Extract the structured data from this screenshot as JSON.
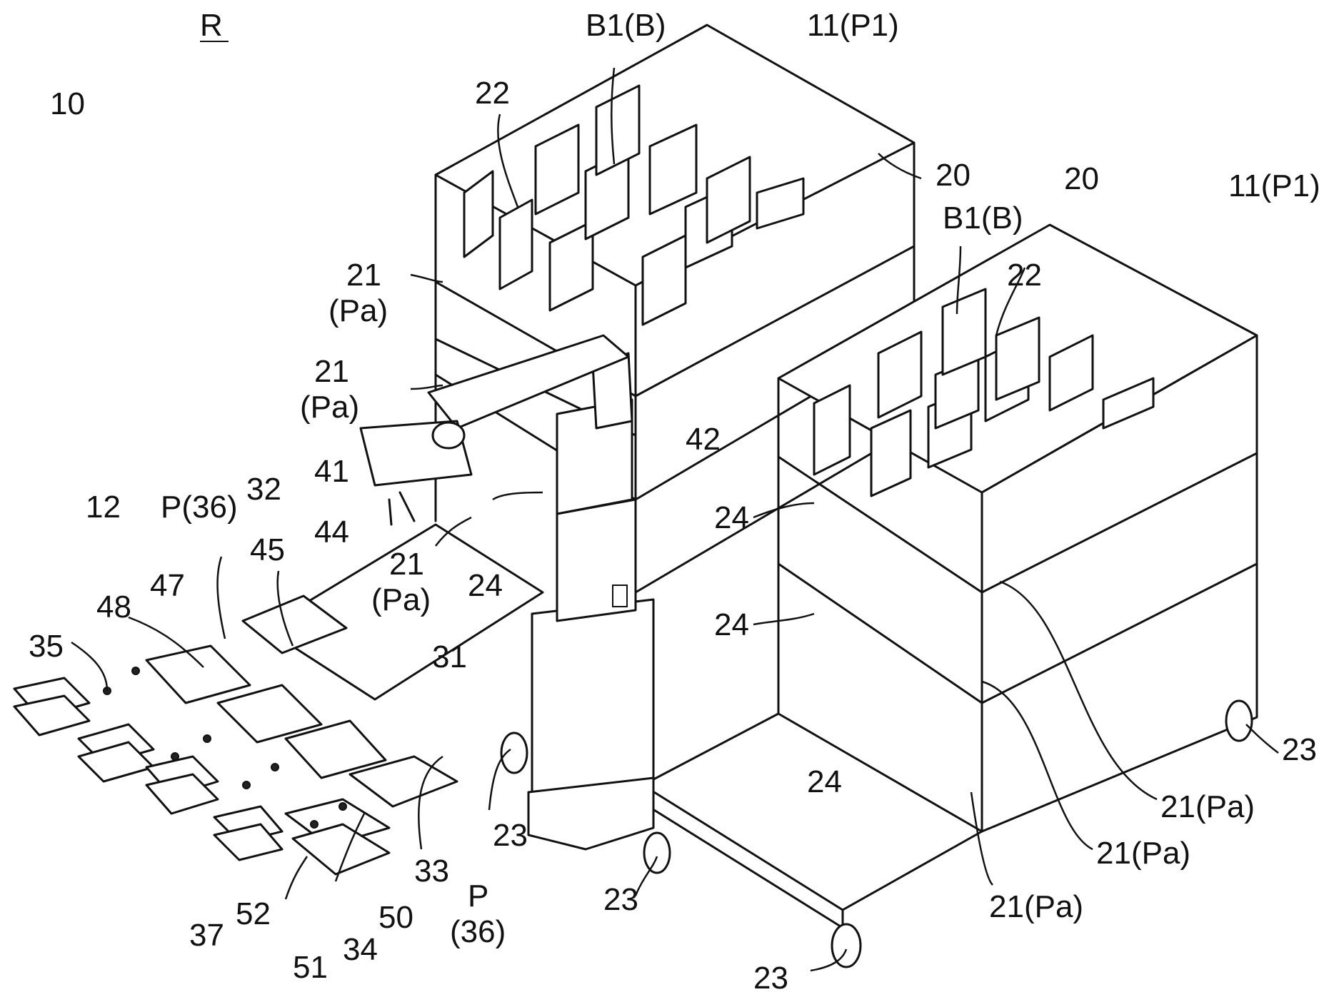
{
  "figure": {
    "labels": {
      "R": "R",
      "n10": "10",
      "n11a": "11(P1)",
      "n11b": "11(P1)",
      "b1a": "B1(B)",
      "b1b": "B1(B)",
      "n22a": "22",
      "n22b": "22",
      "n20a": "20",
      "n20b": "20",
      "n21a": "21",
      "pa_a": "(Pa)",
      "n21b": "21",
      "pa_b": "(Pa)",
      "n21c": "21",
      "pa_c": "(Pa)",
      "n21d": "21(Pa)",
      "n21e": "21(Pa)",
      "n21f": "21(Pa)",
      "n42": "42",
      "n41": "41",
      "n32": "32",
      "n12": "12",
      "p36a": "P(36)",
      "n45": "45",
      "n44": "44",
      "n47": "47",
      "n48": "48",
      "n35": "35",
      "n24a": "24",
      "n24b": "24",
      "n24c": "24",
      "n24d": "24",
      "n31": "31",
      "n23a": "23",
      "n23b": "23",
      "n23c": "23",
      "n23d": "23",
      "n33": "33",
      "n50": "50",
      "n37": "37",
      "n52": "52",
      "n51": "51",
      "n34": "34",
      "p_b": "P",
      "p36b": "(36)"
    }
  }
}
